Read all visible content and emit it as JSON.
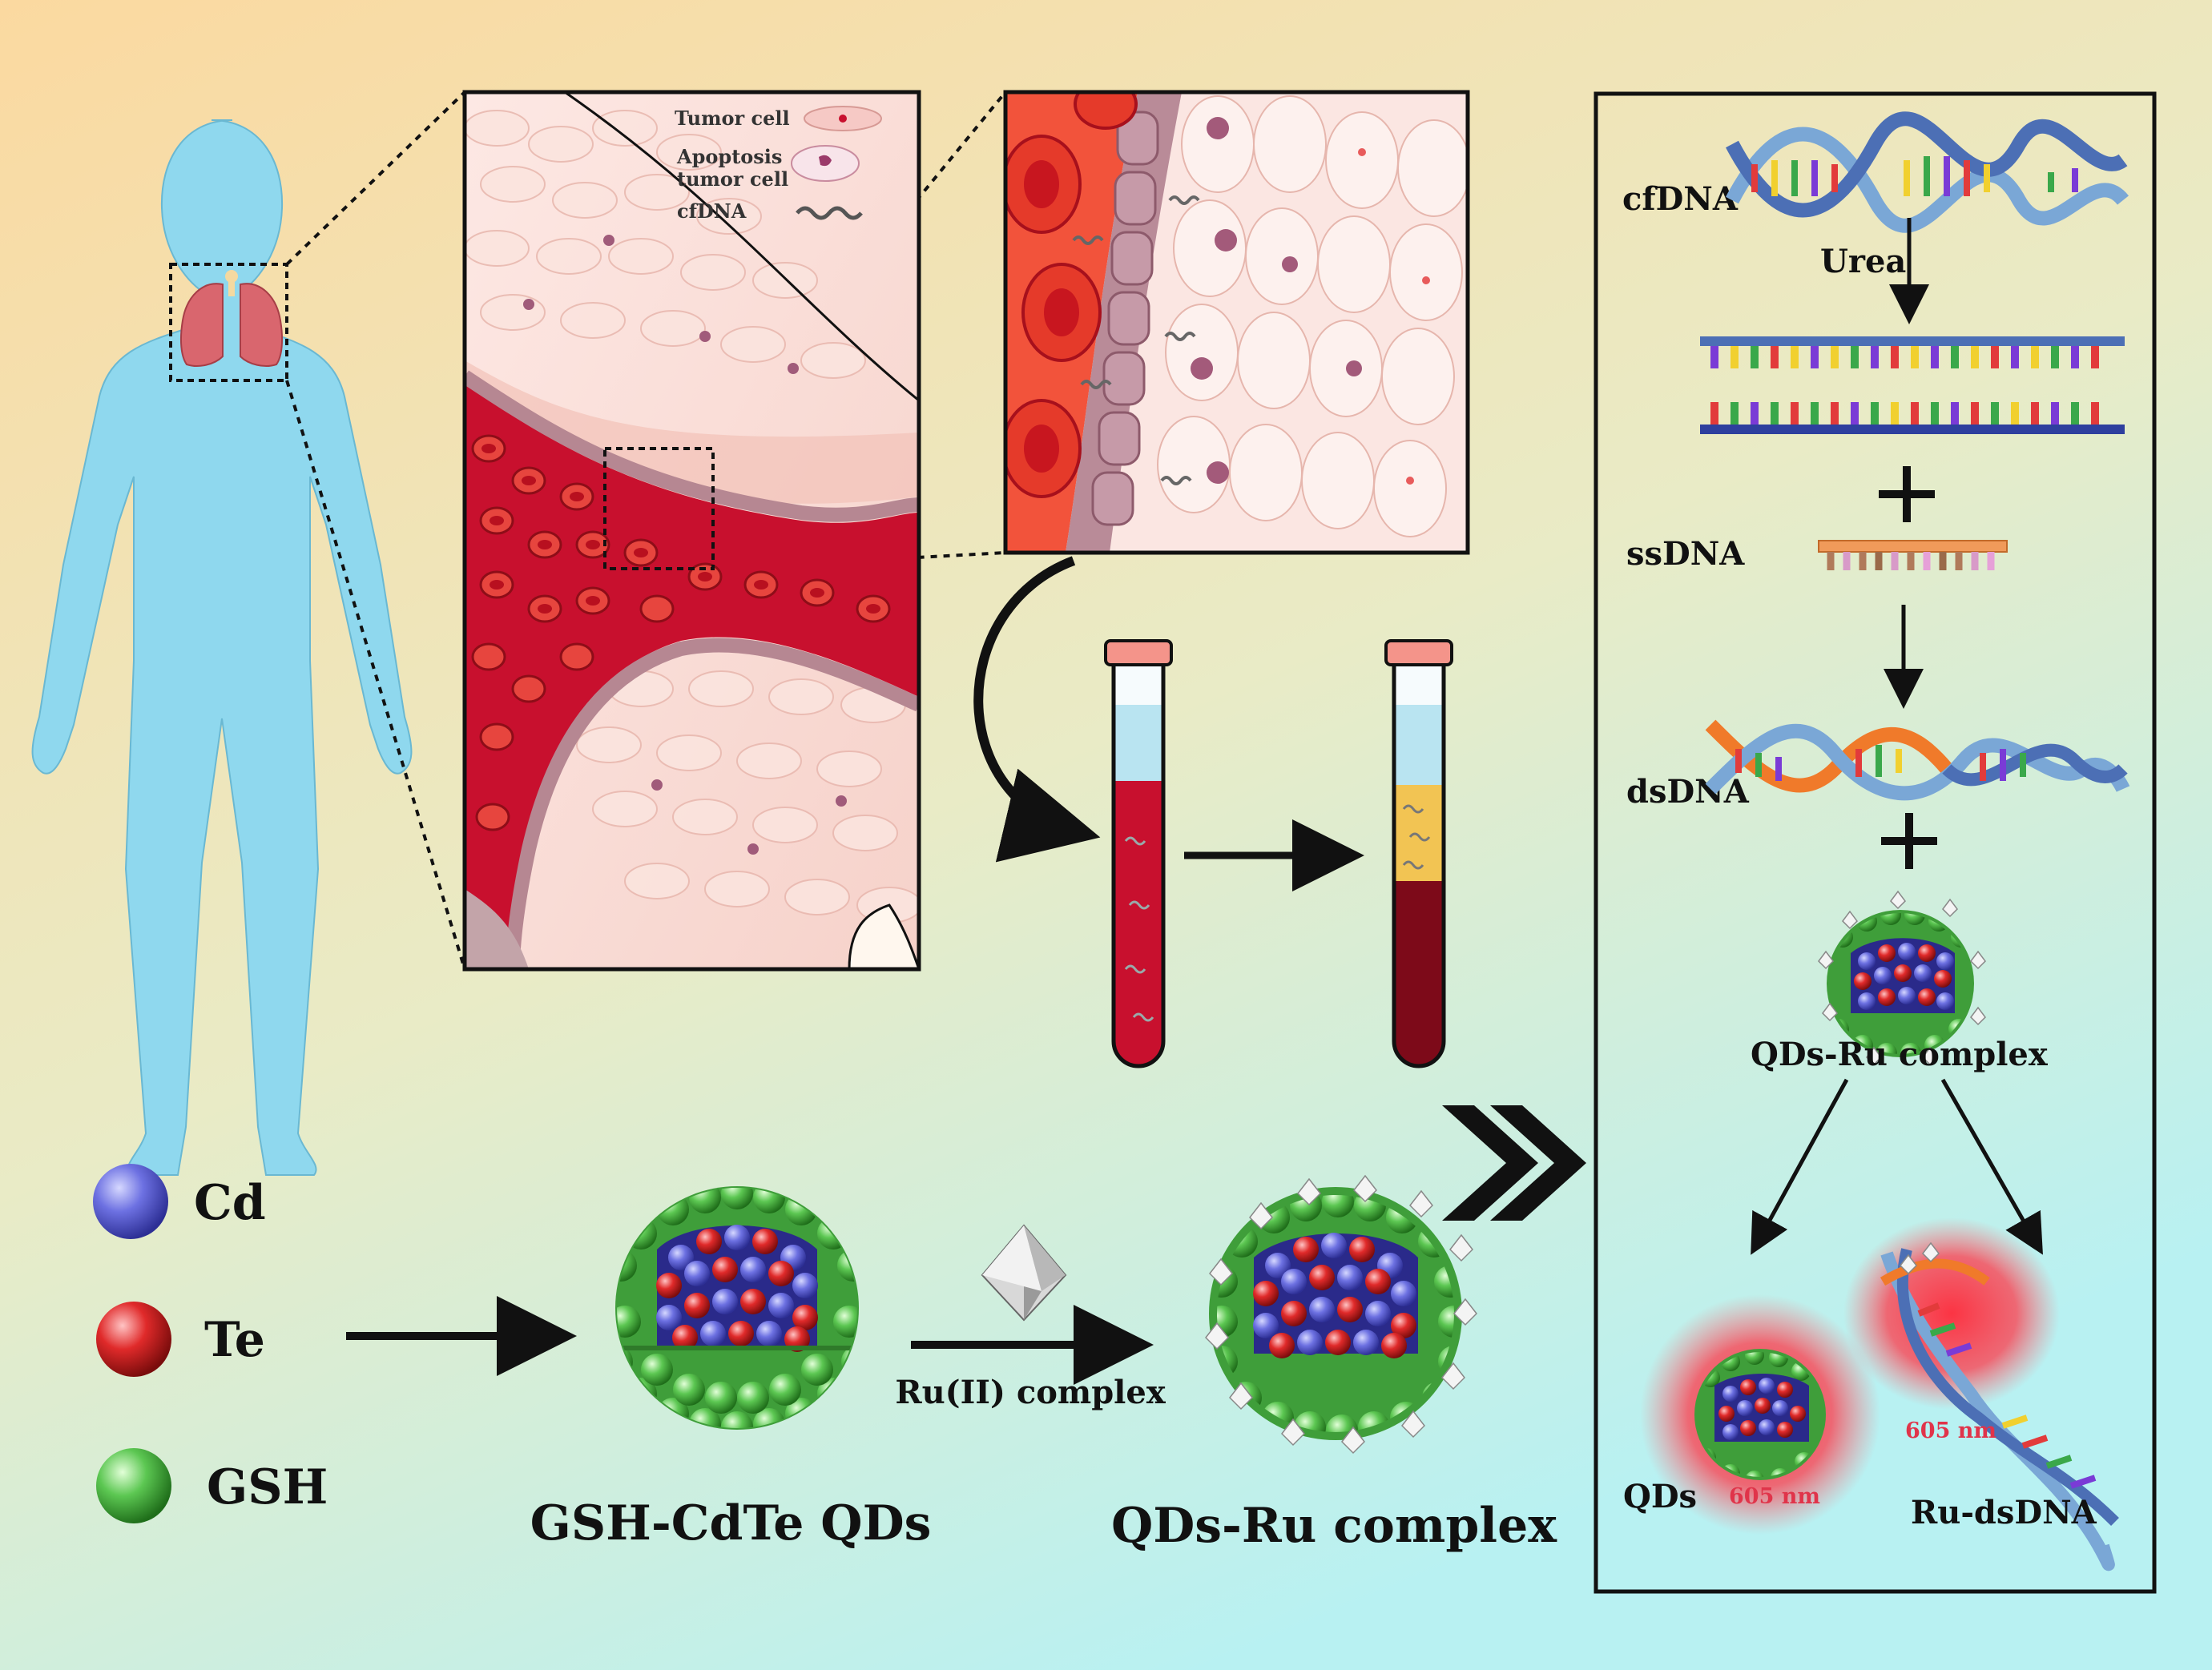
{
  "legend": {
    "cd": {
      "label": "Cd",
      "color": "#5b5fd6"
    },
    "te": {
      "label": "Te",
      "color": "#d32222"
    },
    "gsh": {
      "label": "GSH",
      "color": "#54c04c"
    }
  },
  "tissue_key": {
    "tumor_cell": "Tumor cell",
    "apoptosis_line1": "Apoptosis",
    "apoptosis_line2": "tumor cell",
    "cfdna": "cfDNA"
  },
  "bottom_labels": {
    "gsh_qds": "GSH-CdTe QDs",
    "ru_complex_reagent": "Ru(II) complex",
    "qds_ru": "QDs-Ru complex"
  },
  "panel": {
    "cfdna": "cfDNA",
    "urea": "Urea",
    "ssdna": "ssDNA",
    "dsdna": "dsDNA",
    "qds_ru": "QDs-Ru complex",
    "qds": "QDs",
    "qds_emission": "605 nm",
    "ru_dsdna_emission": "605 nm",
    "ru_dsdna": "Ru-dsDNA"
  },
  "colors": {
    "background_top": "#fbd9a0",
    "background_bottom": "#b8f1f2",
    "body": "#8fd8ee",
    "blood": "#c8102e",
    "plasma": "#f2c453"
  }
}
